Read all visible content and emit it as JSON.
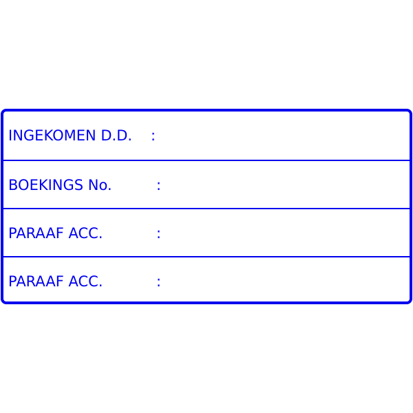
{
  "stamp": {
    "color": "#0000ee",
    "rows": [
      {
        "label": "INGEKOMEN D.D.",
        "colon": ":"
      },
      {
        "label": "BOEKINGS No.",
        "colon": ":"
      },
      {
        "label": "PARAAF ACC.",
        "colon": ":"
      },
      {
        "label": "PARAAF ACC.",
        "colon": ":"
      }
    ]
  }
}
